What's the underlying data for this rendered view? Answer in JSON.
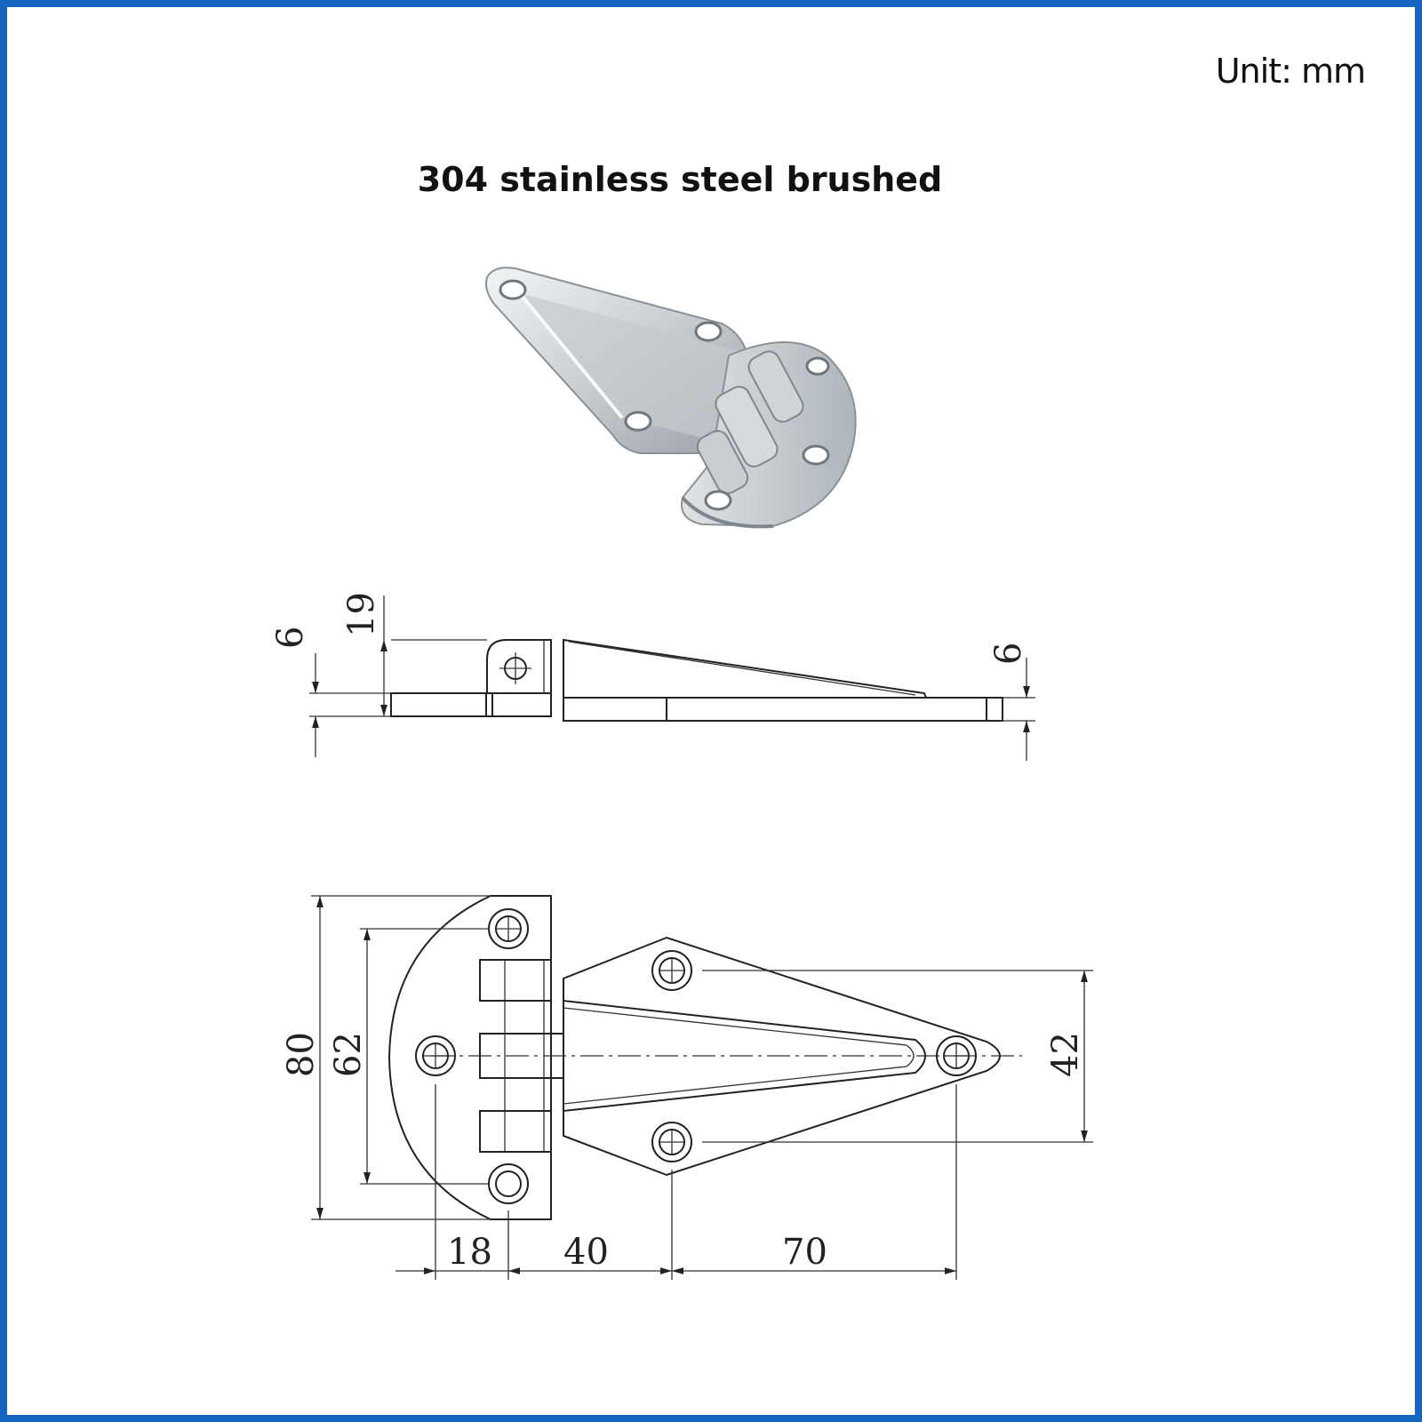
{
  "header": {
    "unit_label": "Unit:  mm",
    "title": "304 stainless steel brushed"
  },
  "side_view": {
    "dims": {
      "total_height": "19",
      "leaf_thickness_left": "6",
      "leaf_thickness_right": "6"
    }
  },
  "top_view": {
    "dims": {
      "overall_height": "80",
      "hole_spacing_vertical": "62",
      "hole_spacing_triangle": "42",
      "offset_a": "18",
      "offset_b": "40",
      "offset_c": "70"
    }
  },
  "colors": {
    "border": "#1565c0",
    "line": "#222222",
    "steel_light": "#eceff1",
    "steel_mid": "#b0b7bd",
    "steel_dark": "#7f878e"
  }
}
